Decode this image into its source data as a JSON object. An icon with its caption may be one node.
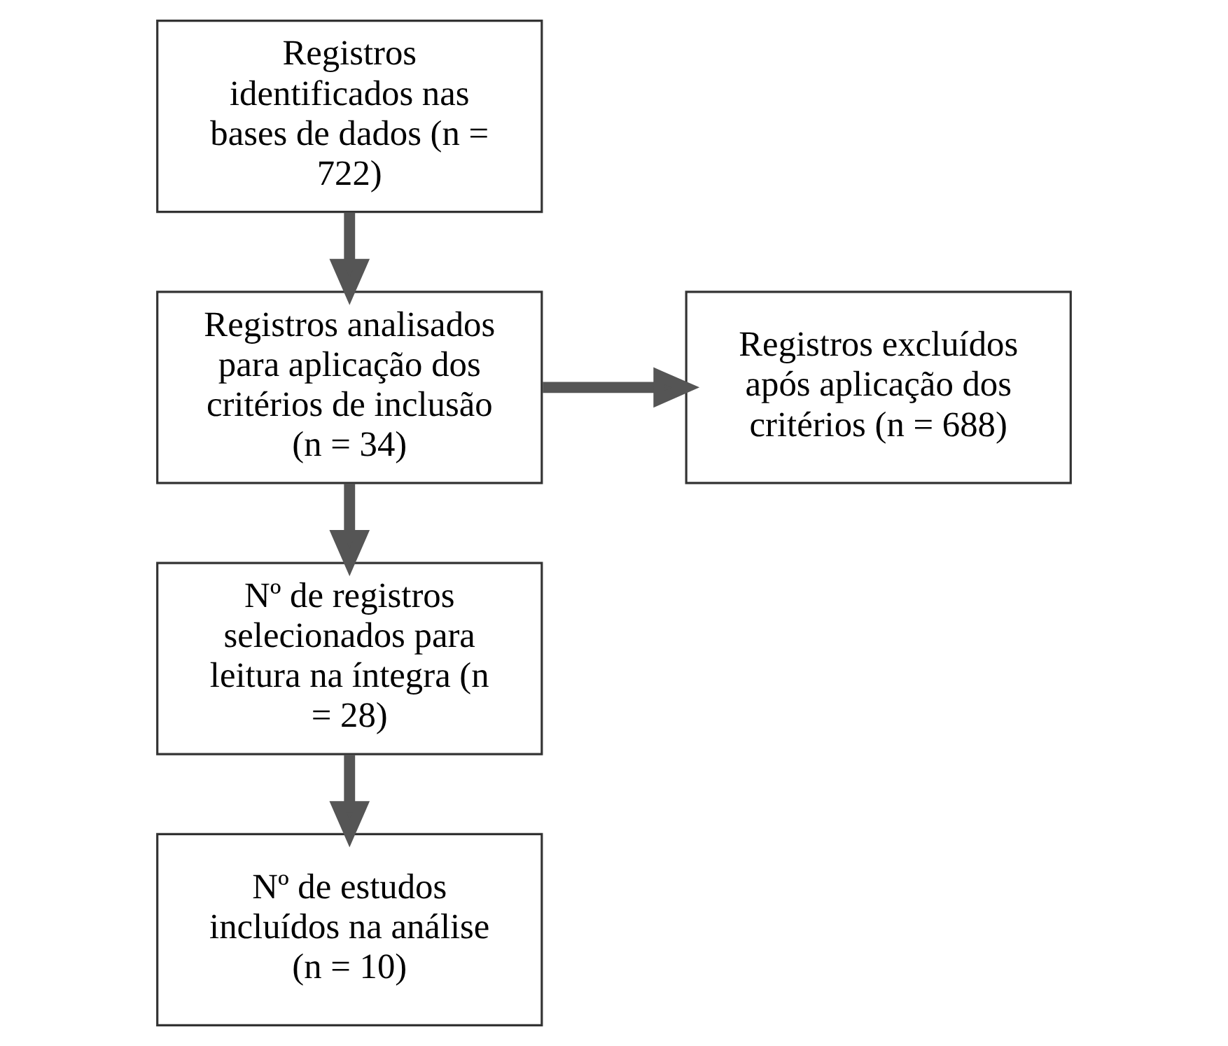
{
  "diagram": {
    "nodes": [
      {
        "text": [
          "Registros identificados nas bases de dados (n = 722)"
        ]
      },
      {
        "text": [
          "Registros analisados para aplicação dos critérios de inclusão (n = 34)"
        ]
      },
      {
        "text": [
          "Nº de registros selecionados para leitura na íntegra (n = 28)"
        ]
      },
      {
        "text": [
          "Nº de estudos incluídos na análise (n = 10)"
        ]
      },
      {
        "text": [
          "Registros excluídos após aplicação dos critérios (n = 688)"
        ]
      }
    ],
    "edges": [
      {
        "from": 0,
        "to": 1,
        "arrow": "to"
      },
      {
        "from": 1,
        "to": 2,
        "arrow": "to"
      },
      {
        "from": 2,
        "to": 3,
        "arrow": "to"
      },
      {
        "from": 1,
        "to": 4,
        "arrow": "to"
      }
    ]
  }
}
